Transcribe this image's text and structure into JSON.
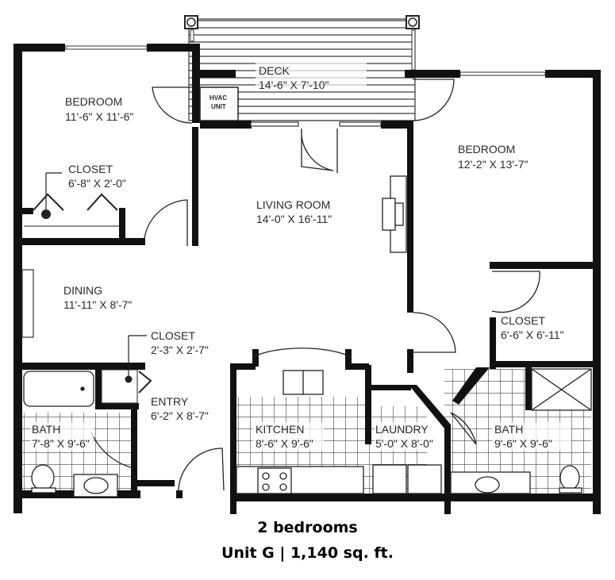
{
  "floorplan": {
    "rooms": [
      {
        "name": "BEDROOM",
        "dims": "11'-6\" X 11'-6\""
      },
      {
        "name": "DECK",
        "dims": "14'-6\" X 7'-10\""
      },
      {
        "name": "HVAC",
        "dims": "UNIT"
      },
      {
        "name": "BEDROOM",
        "dims": "12'-2\" X 13'-7\""
      },
      {
        "name": "CLOSET",
        "dims": "6'-8\" X 2'-0\""
      },
      {
        "name": "LIVING ROOM",
        "dims": "14'-0\" X 16'-11\""
      },
      {
        "name": "DINING",
        "dims": "11'-11\" X 8'-7\""
      },
      {
        "name": "CLOSET",
        "dims": "2'-3\" X 2'-7\""
      },
      {
        "name": "CLOSET",
        "dims": "6'-6\" X 6'-11\""
      },
      {
        "name": "ENTRY",
        "dims": "6'-2\" X 8'-7\""
      },
      {
        "name": "BATH",
        "dims": "7'-8\" X 9'-6\""
      },
      {
        "name": "KITCHEN",
        "dims": "8'-6\" X 9'-6\""
      },
      {
        "name": "LAUNDRY",
        "dims": "5'-0\" X 8'-0\""
      },
      {
        "name": "BATH",
        "dims": "9'-6\" X 9'-6\""
      }
    ],
    "colors": {
      "wall": "#111111",
      "line": "#333333",
      "background": "#ffffff"
    }
  },
  "caption": {
    "line1": "2 bedrooms",
    "line2": "Unit G | 1,140 sq. ft."
  }
}
